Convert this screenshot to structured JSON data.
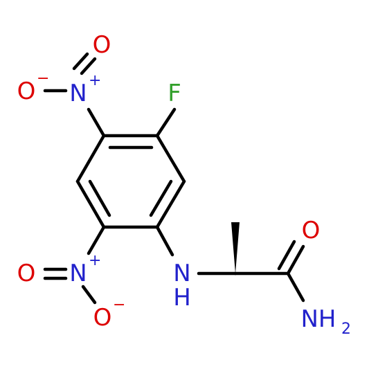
{
  "atoms": {
    "F": {
      "symbol": "F"
    },
    "N_top": {
      "symbol": "N",
      "charge": "+"
    },
    "O_top_up": {
      "symbol": "O"
    },
    "O_top_left": {
      "symbol": "O",
      "charge": "−"
    },
    "N_bot": {
      "symbol": "N",
      "charge": "+"
    },
    "O_bot_left": {
      "symbol": "O"
    },
    "O_bot_down": {
      "symbol": "O",
      "charge": "−"
    },
    "NH": {
      "symbol": "N",
      "h": "H"
    },
    "O_amide": {
      "symbol": "O"
    },
    "NH2": {
      "symbol": "NH",
      "sub": "2"
    }
  },
  "colors": {
    "carbon_bond": "#000000",
    "fluorine": "#33a02c",
    "nitrogen": "#2222cc",
    "oxygen": "#dd0000"
  }
}
